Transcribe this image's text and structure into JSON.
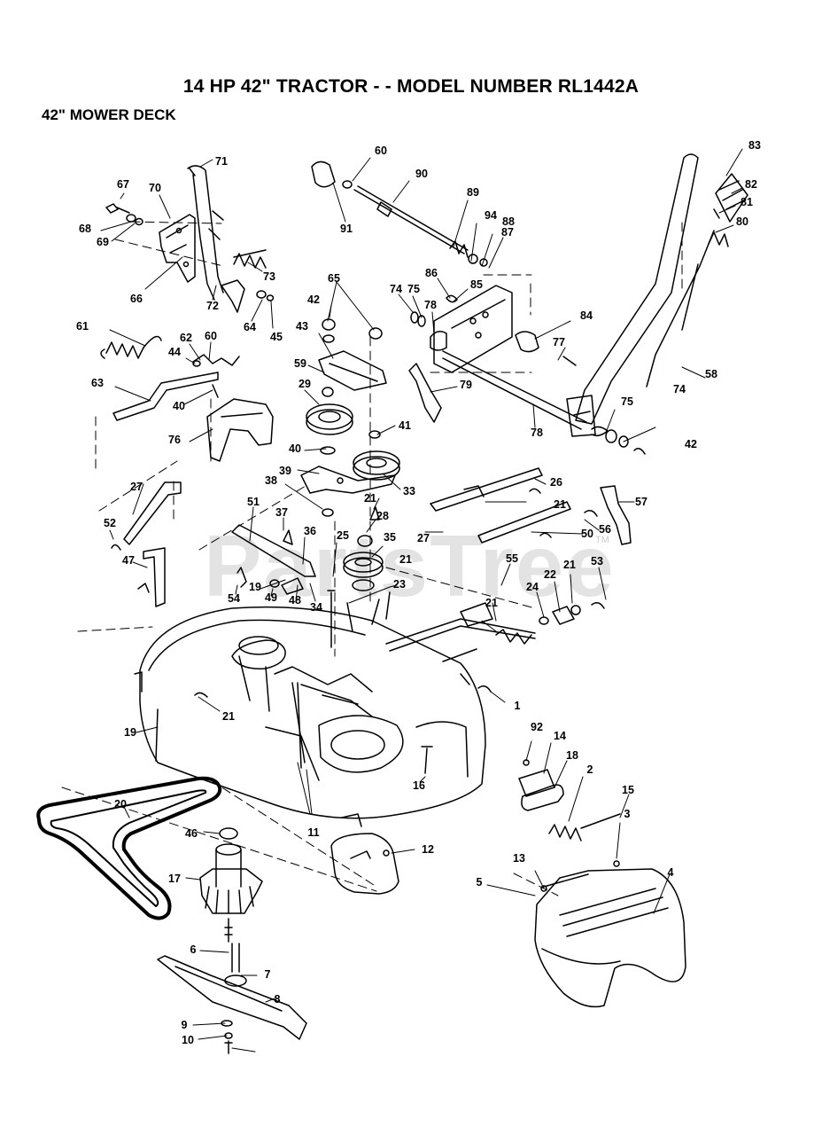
{
  "title": "14 HP 42\" TRACTOR - - MODEL NUMBER RL1442A",
  "subtitle": "42\" MOWER DECK",
  "watermark": {
    "text": "PartsTree",
    "mark": "TM",
    "color": "#d8d8d8"
  },
  "callout_labels": [
    "71",
    "60",
    "90",
    "83",
    "82",
    "81",
    "80",
    "67",
    "70",
    "68",
    "69",
    "89",
    "94",
    "88",
    "87",
    "91",
    "73",
    "66",
    "72",
    "64",
    "45",
    "86",
    "85",
    "84",
    "74",
    "75",
    "78",
    "42",
    "77",
    "65",
    "61",
    "62",
    "60",
    "44",
    "43",
    "59",
    "63",
    "40",
    "29",
    "79",
    "58",
    "76",
    "78",
    "75",
    "74",
    "42",
    "41",
    "40",
    "33",
    "39",
    "38",
    "21",
    "26",
    "57",
    "27",
    "21",
    "56",
    "52",
    "51",
    "37",
    "28",
    "27",
    "50",
    "36",
    "35",
    "21",
    "55",
    "47",
    "25",
    "21",
    "53",
    "54",
    "19",
    "49",
    "48",
    "34",
    "23",
    "24",
    "22",
    "21",
    "21",
    "1",
    "19",
    "92",
    "14",
    "18",
    "2",
    "20",
    "16",
    "15",
    "3",
    "46",
    "11",
    "12",
    "4",
    "17",
    "13",
    "5",
    "6",
    "7",
    "8",
    "9",
    "10"
  ]
}
